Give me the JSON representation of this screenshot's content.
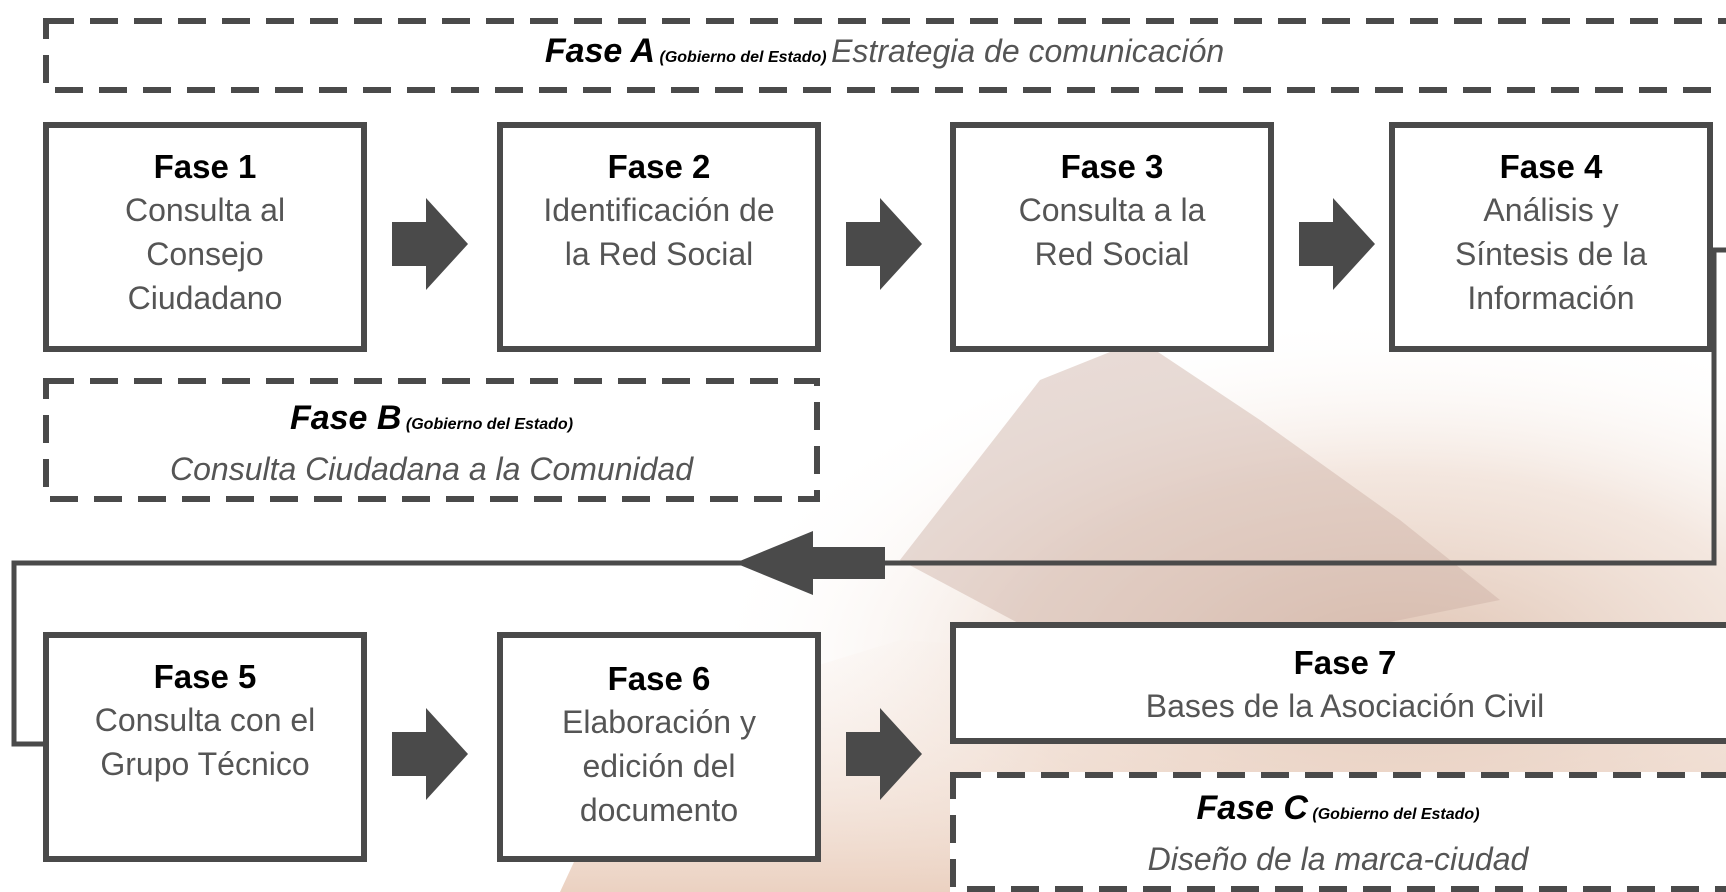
{
  "colors": {
    "box_border": "#4a4a4a",
    "arrow": "#4a4a4a",
    "title": "#000000",
    "text": "#555555"
  },
  "fase_a": {
    "title": "Fase A",
    "sub": "(Gobierno del Estado)",
    "desc": "Estrategia de comunicación"
  },
  "fase_b": {
    "title": "Fase B",
    "sub": "(Gobierno del Estado)",
    "desc": "Consulta Ciudadana a la Comunidad"
  },
  "fase_c": {
    "title": "Fase C",
    "sub": "(Gobierno del Estado)",
    "desc": "Diseño de la marca-ciudad"
  },
  "fase1": {
    "title": "Fase 1",
    "lines": [
      "Consulta al",
      "Consejo",
      "Ciudadano"
    ]
  },
  "fase2": {
    "title": "Fase 2",
    "lines": [
      "Identificación de",
      "la Red Social"
    ]
  },
  "fase3": {
    "title": "Fase 3",
    "lines": [
      "Consulta a la",
      "Red Social"
    ]
  },
  "fase4": {
    "title": "Fase 4",
    "lines": [
      "Análisis y",
      "Síntesis de la",
      "Información"
    ]
  },
  "fase5": {
    "title": "Fase 5",
    "lines": [
      "Consulta con el",
      "Grupo Técnico"
    ]
  },
  "fase6": {
    "title": "Fase 6",
    "lines": [
      "Elaboración y",
      "edición del",
      "documento"
    ]
  },
  "fase7": {
    "title": "Fase 7",
    "desc": "Bases de la Asociación Civil"
  }
}
